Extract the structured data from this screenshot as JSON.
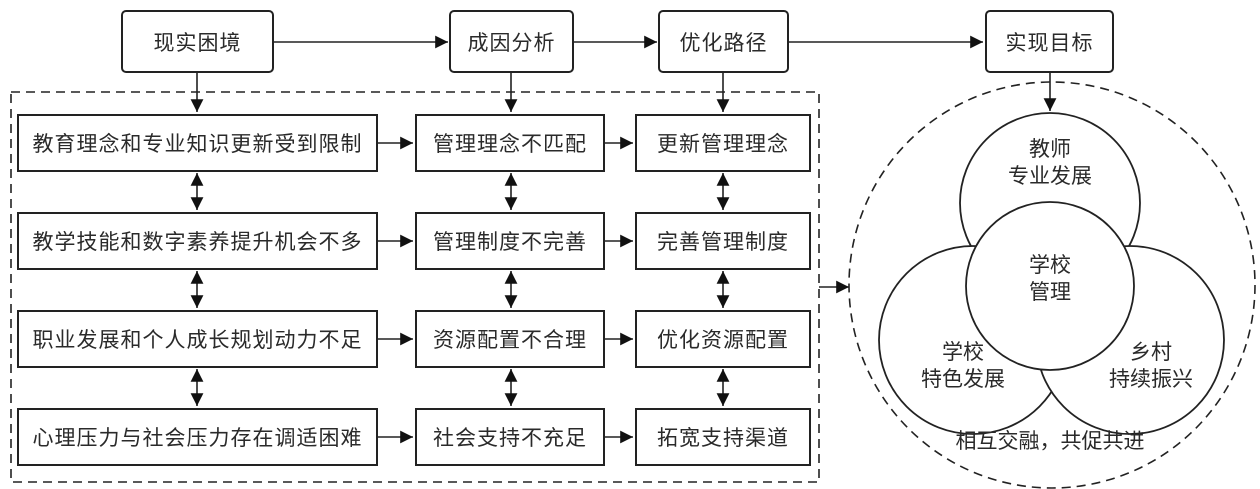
{
  "header": {
    "stages": [
      {
        "label": "现实困境"
      },
      {
        "label": "成因分析"
      },
      {
        "label": "优化路径"
      },
      {
        "label": "实现目标"
      }
    ]
  },
  "columns": {
    "dilemmas": [
      "教育理念和专业知识更新受到限制",
      "教学技能和数字素养提升机会不多",
      "职业发展和个人成长规划动力不足",
      "心理压力与社会压力存在调适困难"
    ],
    "causes": [
      "管理理念不匹配",
      "管理制度不完善",
      "资源配置不合理",
      "社会支持不充足"
    ],
    "paths": [
      "更新管理理念",
      "完善管理制度",
      "优化资源配置",
      "拓宽支持渠道"
    ]
  },
  "goals": {
    "top_circle": [
      "教师",
      "专业发展"
    ],
    "center_circle": [
      "学校",
      "管理"
    ],
    "left_circle": [
      "学校",
      "特色发展"
    ],
    "right_circle": [
      "乡村",
      "持续振兴"
    ],
    "caption": "相互交融，共促共进"
  }
}
